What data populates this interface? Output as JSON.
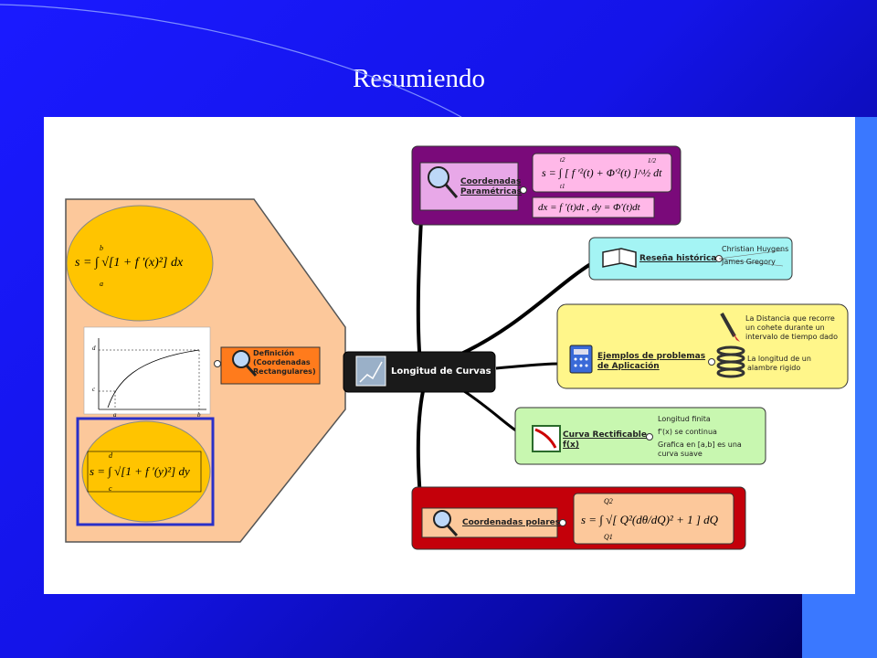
{
  "slide": {
    "title": "Resumiendo"
  },
  "central": {
    "label": "Longitud de Curvas"
  },
  "definicion": {
    "label": "Definición (Coordenadas Rectangulares)",
    "formula_x": "s = ∫ √[1 + f ′(x)²] dx",
    "lim_x_upper": "b",
    "lim_x_lower": "a",
    "formula_y": "s = ∫ √[1 + f ′(y)²] dy",
    "lim_y_upper": "d",
    "lim_y_lower": "c",
    "graph_ticks": [
      "d",
      "c",
      "a",
      "b"
    ]
  },
  "parametricas": {
    "label": "Coordenadas Paramétricas",
    "formula_s": "s = ∫ [ f ′²(t) + Φ′²(t) ]^½ dt",
    "lim_upper": "t2",
    "lim_lower": "t1",
    "exp": "1/2",
    "formula_dx": "dx = f ′(t)dt , dy = Φ′(t)dt"
  },
  "resena": {
    "label": "Reseña histórica",
    "items": [
      "Christian Huygens",
      "James Gregory"
    ]
  },
  "ejemplos": {
    "label": "Ejemplos de problemas de Aplicación",
    "item1": "La Distancia que recorre un cohete durante un intervalo de tiempo dado",
    "item2": "La longitud de un alambre rigido"
  },
  "rectificable": {
    "label": "Curva Rectificable f(x)",
    "items": [
      "Longitud finita",
      "f'(x) se continua",
      "Grafica en [a,b] es una curva suave"
    ]
  },
  "polares": {
    "label": "Coordenadas polares",
    "formula": "s = ∫ √[ Q²(dθ/dQ)² + 1 ] dQ",
    "lim_upper": "Q2",
    "lim_lower": "Q1"
  },
  "colors": {
    "background": "#1414e8",
    "panel": "#ffffff",
    "definicion_bg": "#fcc89b",
    "ellipse": "#ffc400",
    "parametric": "#7a0a7a",
    "resena": "#a4f4f4",
    "ejemplos": "#fff68a",
    "rectificable": "#c8f7b0",
    "polares": "#c4000a",
    "central": "#1a1a1a"
  }
}
